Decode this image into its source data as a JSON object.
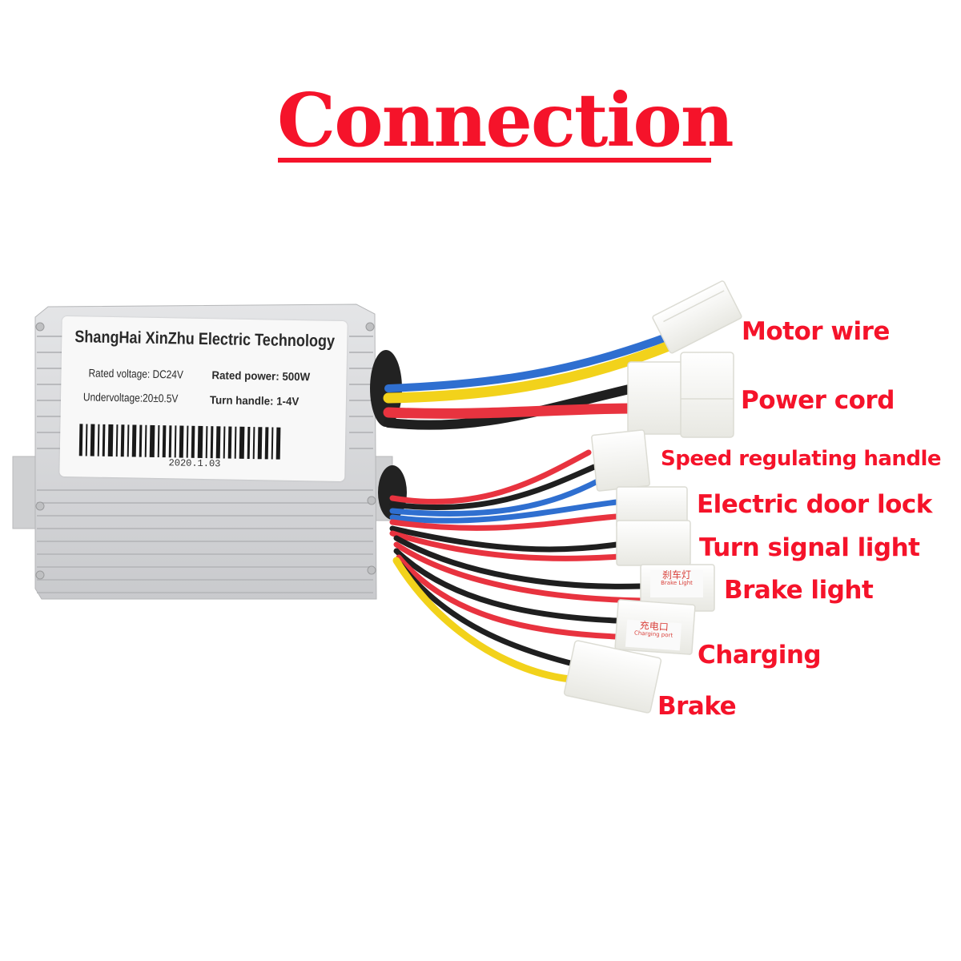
{
  "title": "Connection",
  "controller": {
    "brand": "ShangHai XinZhu Electric Technology",
    "specs": {
      "rated_voltage": "Rated voltage: DC24V",
      "rated_power": "Rated power: 500W",
      "undervoltage": "Undervoltage:20±0.5V",
      "turn_handle": "Turn handle: 1-4V"
    },
    "date_code": "2020.1.03",
    "body_color": "#d8d9db"
  },
  "connector_tags": {
    "brake_light_cn": "刹车灯",
    "brake_light_en": "Brake Light",
    "charging_cn": "充电口",
    "charging_en": "Charging port"
  },
  "callouts": [
    {
      "label": "Motor wire"
    },
    {
      "label": "Power cord"
    },
    {
      "label": "Speed regulating handle"
    },
    {
      "label": "Electric door lock"
    },
    {
      "label": "Turn signal light"
    },
    {
      "label": "Brake light"
    },
    {
      "label": "Charging"
    },
    {
      "label": "Brake"
    }
  ],
  "colors": {
    "accent_red": "#f5132a",
    "wire_red": "#e8333f",
    "wire_black": "#1f1f1f",
    "wire_blue": "#2f6fd0",
    "wire_yellow": "#f2d21b",
    "connector_white": "#f4f4f0"
  }
}
